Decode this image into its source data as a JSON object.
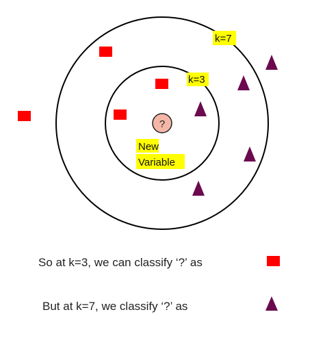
{
  "diagram": {
    "query_point": {
      "symbol": "?",
      "fill": "#f4b6a6",
      "stroke": "#222222"
    },
    "query_label_lines": [
      "New",
      "Variable"
    ],
    "labels": {
      "inner_k": "k=3",
      "outer_k": "k=7"
    },
    "colors": {
      "class_square": "#ff0000",
      "class_triangle": "#6b0a4f",
      "highlight": "#ffff00",
      "circle_stroke": "#000000"
    },
    "neighbors_inner": {
      "squares": 2,
      "triangles": 1
    },
    "neighbors_outer": {
      "squares": 3,
      "triangles": 4
    }
  },
  "captions": {
    "line1": "So at k=3, we can classify ‘?’ as",
    "line2": "But at k=7, we classify ‘?’ as"
  }
}
